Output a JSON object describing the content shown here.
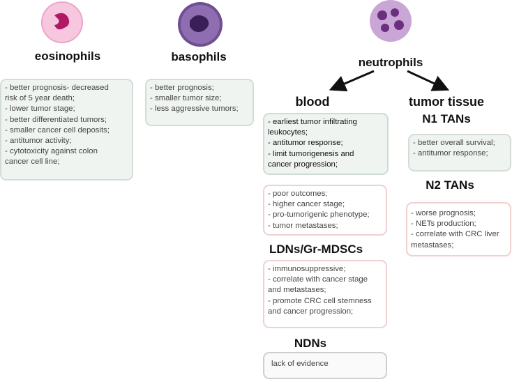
{
  "colors": {
    "green_box": "#eff4f0",
    "pink_border": "#f0d0d0",
    "eosinophil": "#f3b6d6",
    "basophil": "#6b4a91",
    "neutrophil": "#b98fc9"
  },
  "titles": {
    "eosinophils": "eosinophils",
    "basophils": "basophils",
    "neutrophils": "neutrophils",
    "blood": "blood",
    "tumor_tissue": "tumor tissue",
    "n1": "N1 TANs",
    "n2": "N2 TANs",
    "ldn": "LDNs/Gr-MDSCs",
    "ndn": "NDNs"
  },
  "boxes": {
    "eosinophils": [
      "- better prognosis- decreased",
      "risk of 5 year death;",
      "- lower tumor stage;",
      "- better differentiated tumors;",
      "- smaller cancer cell deposits;",
      "- antitumor activity;",
      "- cytotoxicity against colon",
      "cancer cell line;"
    ],
    "basophils": [
      "- better prognosis;",
      "- smaller tumor size;",
      "- less aggressive tumors;"
    ],
    "blood_green": [
      "- earliest tumor infiltrating",
      "leukocytes;",
      "- antitumor response;",
      "- limit tumorigenesis and",
      "cancer progression;"
    ],
    "blood_pink": [
      "- poor outcomes;",
      "- higher cancer stage;",
      "- pro-tumorigenic phenotype;",
      "- tumor metastases;"
    ],
    "ldn": [
      "- immunosuppressive;",
      "- correlate  with cancer stage",
      "and metastases;",
      "- promote CRC cell stemness",
      "and cancer progression;"
    ],
    "ndn": [
      "lack of evidence"
    ],
    "n1": [
      "- better overall survival;",
      "- antitumor response;"
    ],
    "n2": [
      "- worse prognosis;",
      "- NETs production;",
      "- correlate with CRC liver",
      "metastases;"
    ]
  }
}
